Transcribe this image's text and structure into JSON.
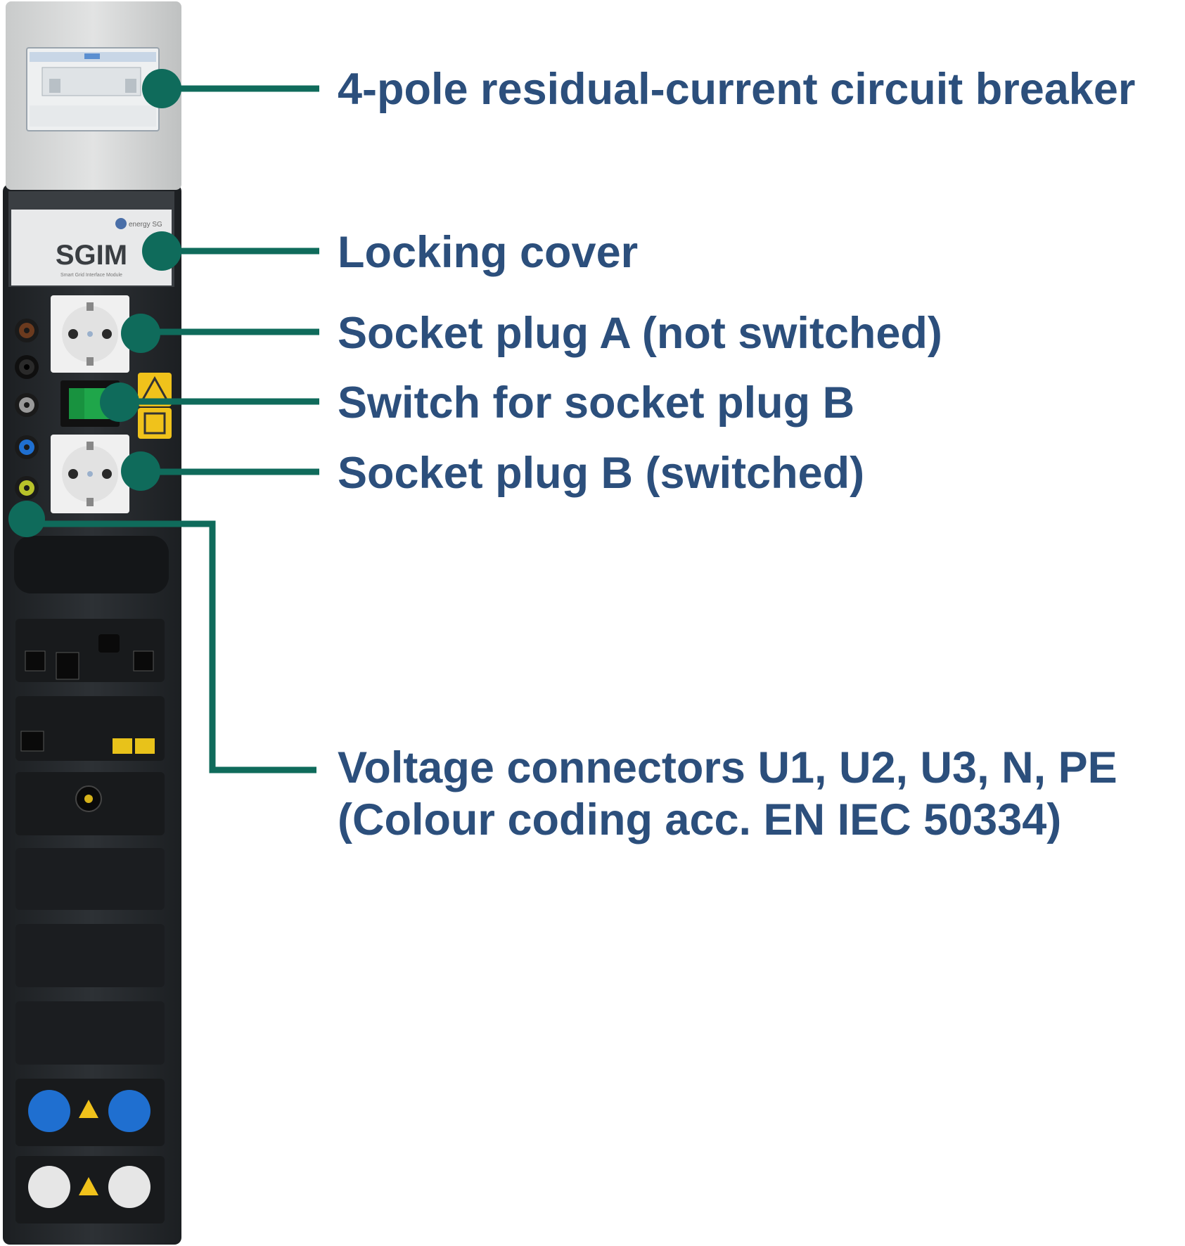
{
  "colors": {
    "label_text": "#2c4f7c",
    "leader": "#0f6b5b",
    "housing": "#26292d",
    "rcd_cover": "#d9dbdb",
    "socket": "#f0f0f0",
    "switch_green": "#1fa64a",
    "warning_yellow": "#f0c21b",
    "cap_blue": "#1f6fd0",
    "cap_white": "#e6e6e6"
  },
  "device": {
    "name_plate": "SGIM",
    "name_plate_sub": "Smart Grid Interface Module",
    "brand": "energy SG"
  },
  "callouts": {
    "rcd": "4-pole residual-current circuit breaker",
    "locking_cover": "Locking cover",
    "socket_a": "Socket plug A (not switched)",
    "switch_b": "Switch for socket plug B",
    "socket_b": "Socket plug B (switched)",
    "voltage_connectors_line1": "Voltage connectors U1, U2, U3, N, PE",
    "voltage_connectors_line2": "(Colour coding acc. EN IEC 50334)"
  }
}
